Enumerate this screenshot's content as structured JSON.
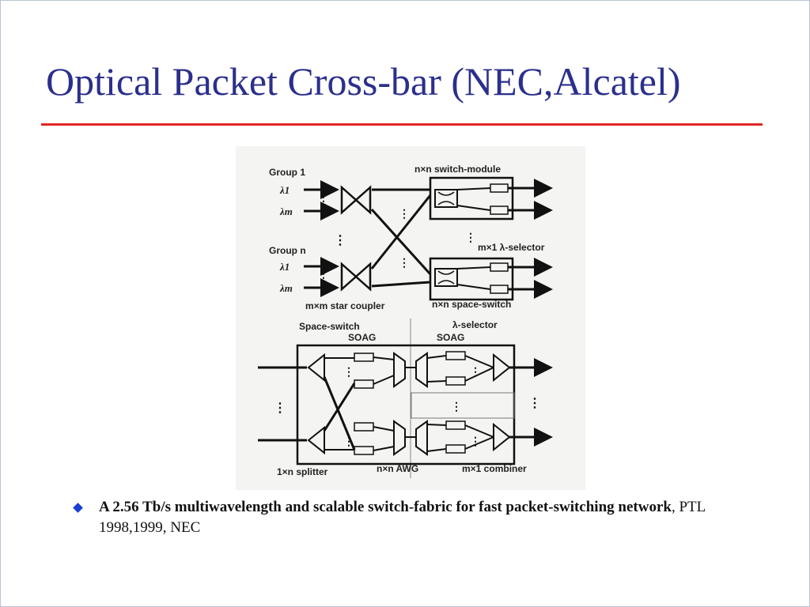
{
  "slide": {
    "title": "Optical Packet Cross-bar  (NEC,Alcatel)"
  },
  "diagram": {
    "top": {
      "group1": "Group 1",
      "groupn": "Group n",
      "lambda1": "λ1",
      "lambdam": "λm",
      "switch_module": "n×n switch-module",
      "selector": "m×1 λ-selector",
      "star_coupler": "m×m star coupler",
      "space_switch": "n×n space-switch"
    },
    "bottom": {
      "space_switch_soag": "Space-switch",
      "soag_left": "SOAG",
      "lambda_selector": "λ-selector",
      "soag_right": "SOAG",
      "splitter": "1×n splitter",
      "awg": "n×n AWG",
      "combiner": "m×1 combiner"
    }
  },
  "caption": {
    "bold": "A 2.56 Tb/s multiwavelength and scalable switch-fabric for fast packet-switching network",
    "rest": ", PTL 1998,1999, NEC"
  }
}
